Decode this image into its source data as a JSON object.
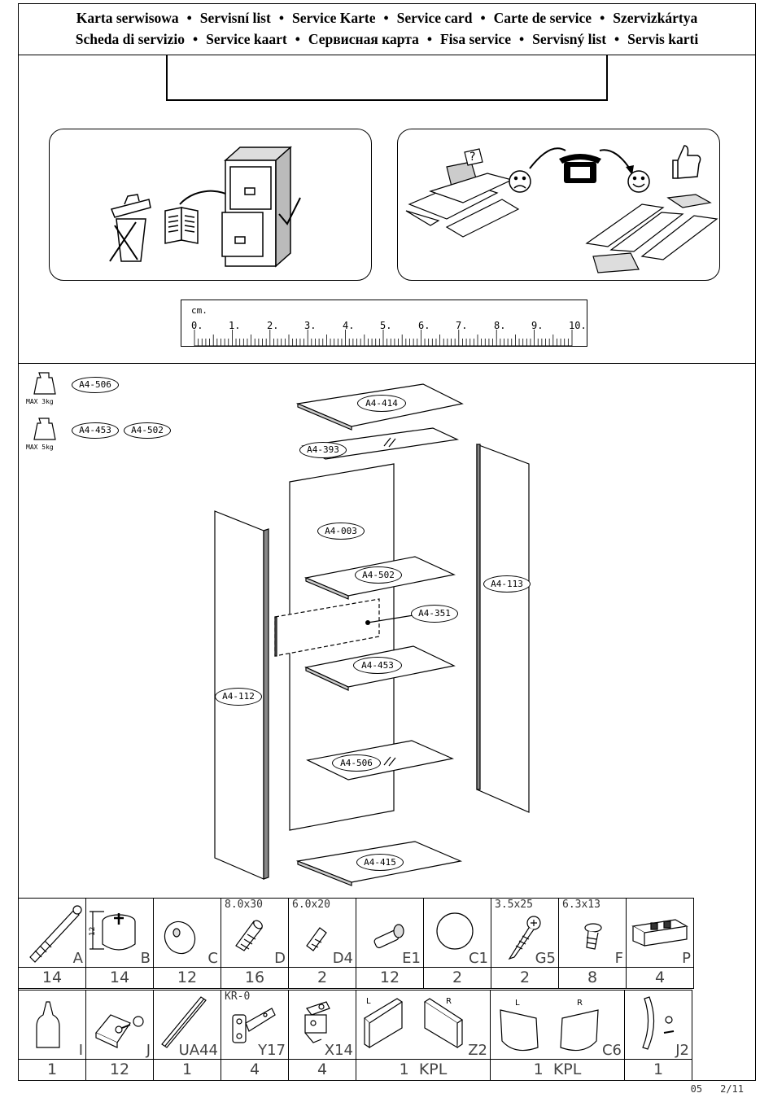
{
  "header": {
    "line1": [
      "Karta serwisowa",
      "Servisní list",
      "Service Karte",
      "Service card",
      "Carte de service",
      "Szervizkártya"
    ],
    "line2": [
      "Scheda di servizio",
      "Service kaart",
      "Сервисная карта",
      "Fisa service",
      "Servisný list",
      "Servis karti"
    ],
    "separator": "•"
  },
  "ruler": {
    "unit": "cm.",
    "marks": [
      "0.",
      "1.",
      "2.",
      "3.",
      "4.",
      "5.",
      "6.",
      "7.",
      "8.",
      "9.",
      "10."
    ]
  },
  "load_limits": [
    {
      "max": "MAX 3kg",
      "parts": [
        "A4-506"
      ]
    },
    {
      "max": "MAX 5kg",
      "parts": [
        "A4-453",
        "A4-502"
      ]
    }
  ],
  "assembly_labels": {
    "top": "A4-414",
    "back_strip": "A4-393",
    "back_panel": "A4-003",
    "shelf_top": "A4-502",
    "right_side": "A4-113",
    "drawer_front": "A4-351",
    "shelf_mid": "A4-453",
    "left_side": "A4-112",
    "glass_shelf": "A4-506",
    "bottom": "A4-415"
  },
  "hardware_row1": [
    {
      "code": "A",
      "dim": "",
      "qty": "14",
      "icon": "cam-bolt-icon"
    },
    {
      "code": "B",
      "dim": "",
      "qty": "14",
      "icon": "cam-lock-icon"
    },
    {
      "code": "C",
      "dim": "",
      "qty": "12",
      "icon": "cover-cap-icon"
    },
    {
      "code": "D",
      "dim": "8.0x30",
      "qty": "16",
      "icon": "dowel-icon"
    },
    {
      "code": "D4",
      "dim": "6.0x20",
      "qty": "2",
      "icon": "small-dowel-icon"
    },
    {
      "code": "E1",
      "dim": "",
      "qty": "12",
      "icon": "shelf-pin-icon"
    },
    {
      "code": "C1",
      "dim": "",
      "qty": "2",
      "icon": "round-cap-icon"
    },
    {
      "code": "G5",
      "dim": "3.5x25",
      "qty": "2",
      "icon": "wood-screw-icon"
    },
    {
      "code": "F",
      "dim": "6.3x13",
      "qty": "8",
      "icon": "short-screw-icon"
    },
    {
      "code": "P",
      "dim": "",
      "qty": "4",
      "icon": "bracket-box-icon"
    }
  ],
  "hardware_row2": [
    {
      "code": "I",
      "qty": "1",
      "icon": "glue-bottle-icon"
    },
    {
      "code": "J",
      "qty": "12",
      "icon": "corner-block-icon"
    },
    {
      "code": "UA44",
      "qty": "1",
      "icon": "rail-icon"
    },
    {
      "code": "Y17",
      "qty": "4",
      "icon": "hinge-icon",
      "sub": "KR-0"
    },
    {
      "code": "X14",
      "qty": "4",
      "icon": "hinge-plate-icon"
    },
    {
      "code": "Z2",
      "qty": "1  KPL",
      "icon": "drawer-runner-icon",
      "left": "L",
      "right": "R"
    },
    {
      "code": "C6",
      "qty": "1  KPL",
      "icon": "runner-cover-icon",
      "left": "L",
      "right": "R"
    },
    {
      "code": "J2",
      "qty": "1",
      "icon": "hook-icon"
    }
  ],
  "footer": {
    "code": "05",
    "page": "2/11"
  }
}
